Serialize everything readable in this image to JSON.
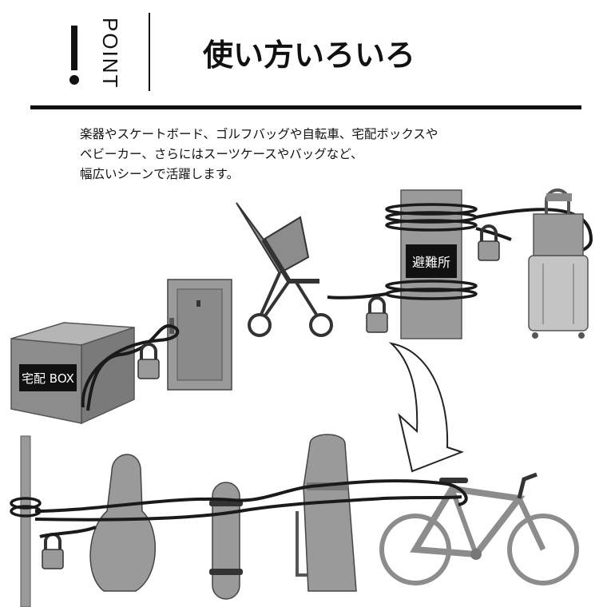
{
  "header": {
    "exclaim": "!",
    "point_label": "POINT",
    "title": "使い方いろいろ"
  },
  "description": {
    "lines": [
      "楽器やスケートボード、ゴルフバッグや自転車、宅配ボックスや",
      "ベビーカー、さらにはスーツケースやバッグなど、",
      "幅広いシーンで活躍します。"
    ]
  },
  "illustration": {
    "box_label": "宅配 BOX",
    "shelter_label": "避難所"
  },
  "colors": {
    "gray_fill": "#8c8c8c",
    "light_gray": "#c4c4c4",
    "cable": "#1a1a1a",
    "outline": "#333333"
  }
}
